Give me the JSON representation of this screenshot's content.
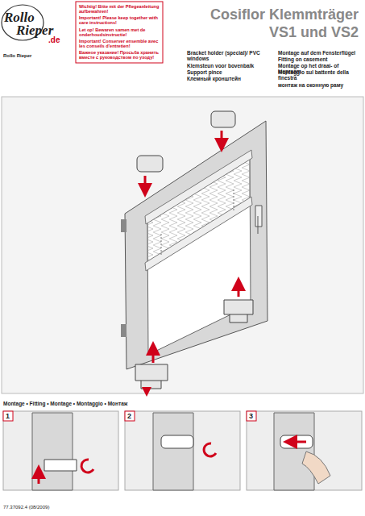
{
  "diagram": {
    "title": "Cosiflor Klemmträger",
    "nodes": [
      {
        "text": [
          "Wichtig! Bitte mit der Pflegeanleitung aufbewahren!",
          "Important! Please keep together with care instructions!",
          "Let op! Bewaren samen met de onderhoudsinstructie!",
          "Important! Conserver ensemble avec les conseils d'entretien!",
          "Важное указание! Просьба хранить вместе с руководством по уходу!"
        ]
      }
    ],
    "labels": [
      "Rollo",
      "Rieper",
      ".de",
      "Rollo Rieper",
      "VS1 und VS2",
      "Bracket holder (special)/ PVC windows",
      "Klemsteun voor bovenbalk",
      "Support pince",
      "Клемный кронштейн",
      "Montage auf dem Fensterflügel",
      "Fitting on casement",
      "Montage op het draai- of kiepraam",
      "Montaggio sul battente della finestra",
      "монтаж на оконную раму",
      "Montage • Fitting • Montage • Montaggio • Монтаж",
      "1",
      "2",
      "3",
      "77.37092.4 (08/2009)"
    ]
  }
}
